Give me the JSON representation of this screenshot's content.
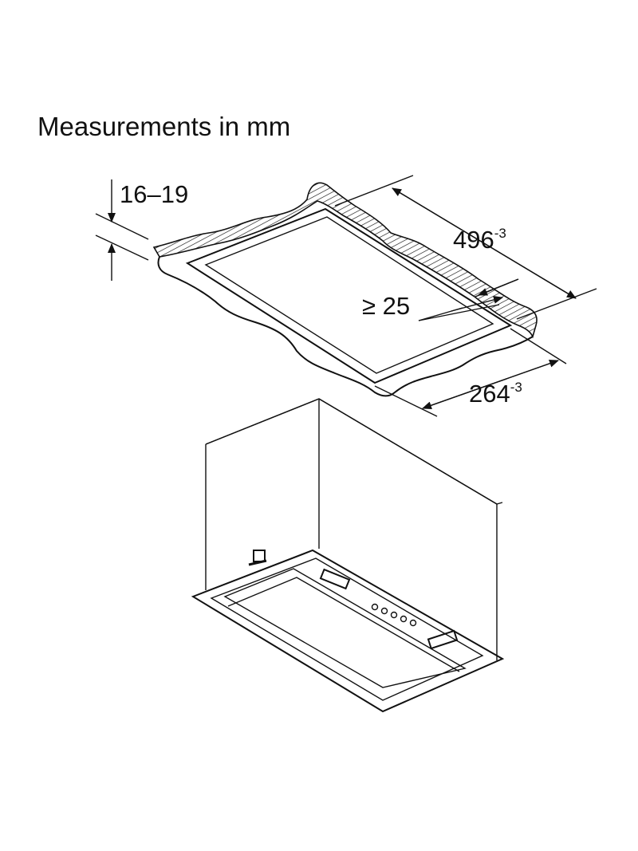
{
  "title": "Measurements in mm",
  "dimensions": {
    "panel_thickness": "16–19",
    "width": {
      "value": "496",
      "tolerance": "-3"
    },
    "min_clearance": "≥ 25",
    "depth": {
      "value": "264",
      "tolerance": "-3"
    }
  },
  "colors": {
    "ink": "#111111",
    "background": "#ffffff"
  }
}
